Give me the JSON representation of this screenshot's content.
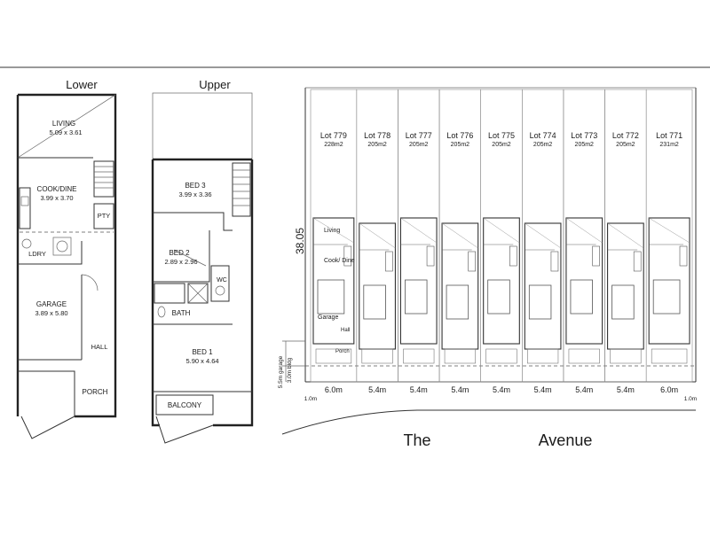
{
  "lower_plan": {
    "heading": "Lower",
    "rooms": [
      {
        "name": "LIVING",
        "size": "5.09 x 3.61"
      },
      {
        "name": "COOK/DINE",
        "size": "3.99 x 3.70"
      },
      {
        "name": "PTY"
      },
      {
        "name": "LDRY"
      },
      {
        "name": "GARAGE",
        "size": "3.89 x 5.80"
      },
      {
        "name": "HALL"
      },
      {
        "name": "PORCH"
      }
    ]
  },
  "upper_plan": {
    "heading": "Upper",
    "rooms": [
      {
        "name": "BED 3",
        "size": "3.99 x 3.36"
      },
      {
        "name": "BED 2",
        "size": "2.89 x 2.96"
      },
      {
        "name": "WC"
      },
      {
        "name": "BATH"
      },
      {
        "name": "BED 1",
        "size": "5.90 x 4.64"
      },
      {
        "name": "BALCONY"
      }
    ]
  },
  "site_plan": {
    "depth": "38.05",
    "lots": [
      {
        "lot": "Lot 779",
        "area": "228m2",
        "frontage": "6.0m"
      },
      {
        "lot": "Lot 778",
        "area": "205m2",
        "frontage": "5.4m"
      },
      {
        "lot": "Lot 777",
        "area": "205m2",
        "frontage": "5.4m"
      },
      {
        "lot": "Lot 776",
        "area": "205m2",
        "frontage": "5.4m"
      },
      {
        "lot": "Lot 775",
        "area": "205m2",
        "frontage": "5.4m"
      },
      {
        "lot": "Lot 774",
        "area": "205m2",
        "frontage": "5.4m"
      },
      {
        "lot": "Lot 773",
        "area": "205m2",
        "frontage": "5.4m"
      },
      {
        "lot": "Lot 772",
        "area": "205m2",
        "frontage": "5.4m"
      },
      {
        "lot": "Lot 771",
        "area": "231m2",
        "frontage": "6.0m"
      }
    ],
    "room_labels": {
      "living": "Living",
      "cook_dine": "Cook/ Dine",
      "garage": "Garage",
      "hall": "Hall",
      "porch": "Porch"
    },
    "setback_garage": "5.5m garage",
    "setback_bldg": "3.0m bldg",
    "side_setback": "1.0m",
    "street_word_1": "The",
    "street_word_2": "Avenue"
  }
}
